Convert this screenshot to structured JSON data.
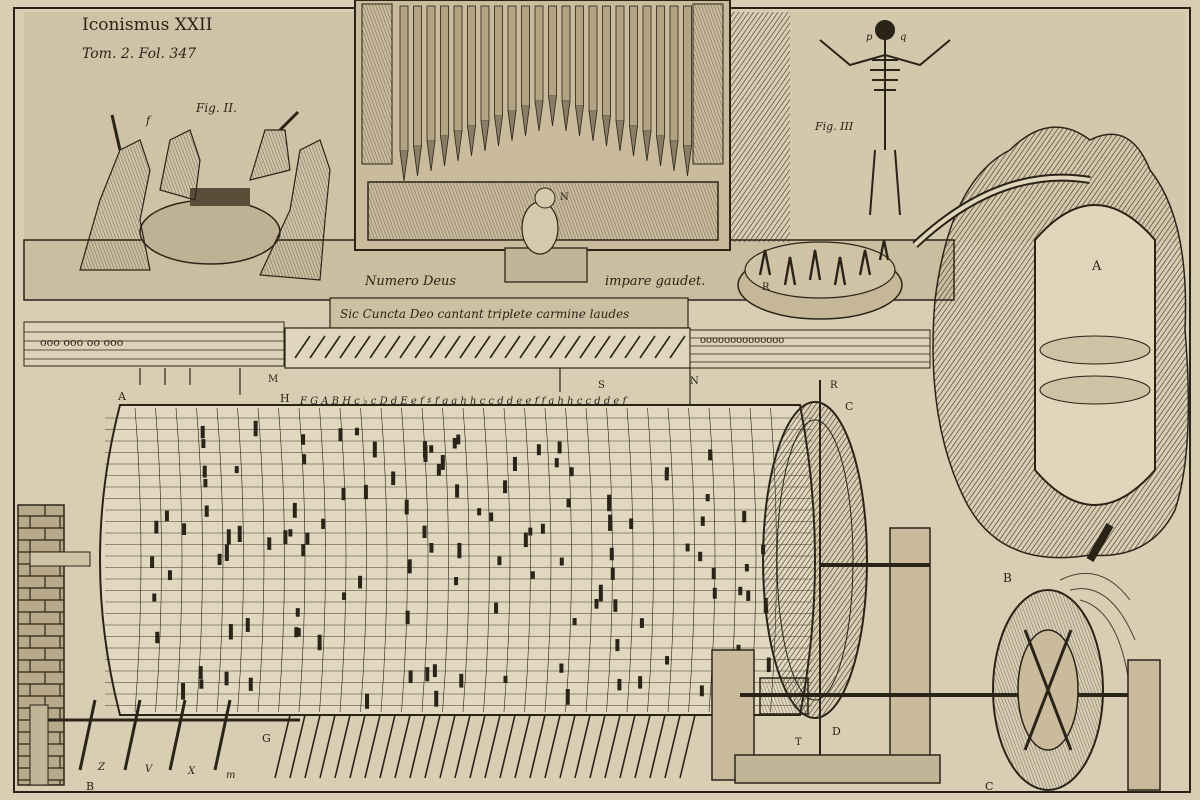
{
  "header": {
    "title": "Iconismus XXII",
    "reference": "Tom. 2. Fol. 347"
  },
  "figures": {
    "fig2": "Fig. II.",
    "fig3": "Fig. III"
  },
  "mottos": {
    "left": "Numero Deus",
    "right": "impare gaudet.",
    "banner": "Sic Cuncta Deo cantant triplete carmine laudes"
  },
  "note_row": {
    "upper": "F G A B H c ♭ c D d E e f ♯ f g a h h c c d d e e f f a h h c c d d e f",
    "staff_left": "ooo  ooo  oo  ooo",
    "staff_right": "oooooooooooooo"
  },
  "letters": {
    "A_cyl": "A",
    "C_cyl": "C",
    "H": "H",
    "M": "M",
    "N": "N",
    "R": "R",
    "S": "S",
    "A_reservoir": "A",
    "B_wheel": "B",
    "C_wheel": "C",
    "D": "D",
    "G": "G",
    "T": "T",
    "B_lever": "B",
    "Z": "Z",
    "V": "V",
    "X": "X",
    "m": "m",
    "p": "p",
    "q": "q",
    "f": "f",
    "N_putto": "N"
  },
  "colors": {
    "paper": "#d9cdb3",
    "ink": "#2a2418",
    "shade": "#8a7d66"
  }
}
